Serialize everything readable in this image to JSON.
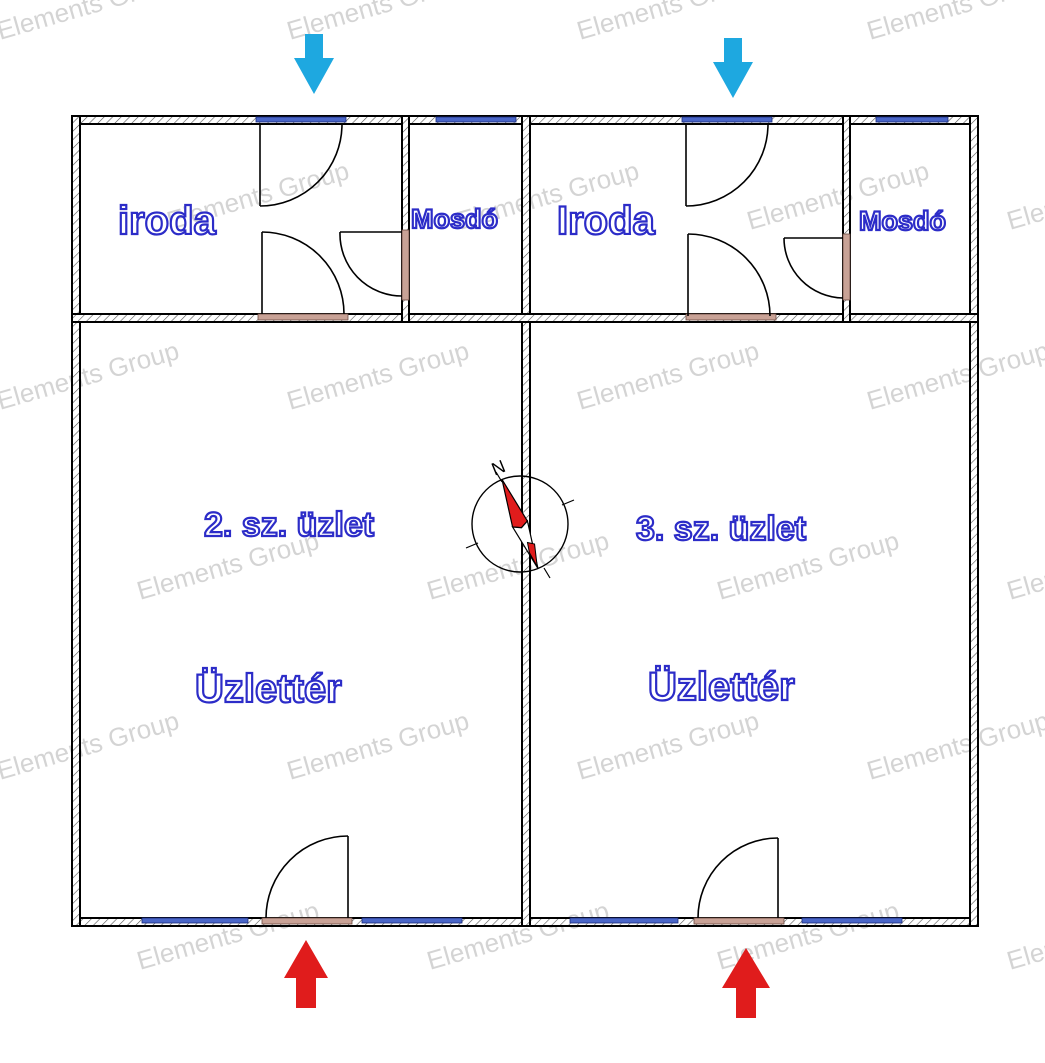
{
  "rooms": {
    "iroda_left": "iroda",
    "mosdo_left": "Mosdó",
    "iroda_right": "Iroda",
    "mosdo_right": "Mosdó",
    "shop_left_name": "2. sz. üzlet",
    "shop_left_area": "Üzlettér",
    "shop_right_name": "3. sz. üzlet",
    "shop_right_area": "Üzlettér"
  },
  "compass": {
    "north_label": "N"
  },
  "watermark": "Elements Group",
  "colors": {
    "label_outline": "#2c2cc8",
    "entry_arrow_top": "#1ea8e0",
    "entry_arrow_bottom": "#e01c1c",
    "compass_needle": "#e01c1c",
    "window": "#4a66c8",
    "door_frame": "#c9a296"
  }
}
